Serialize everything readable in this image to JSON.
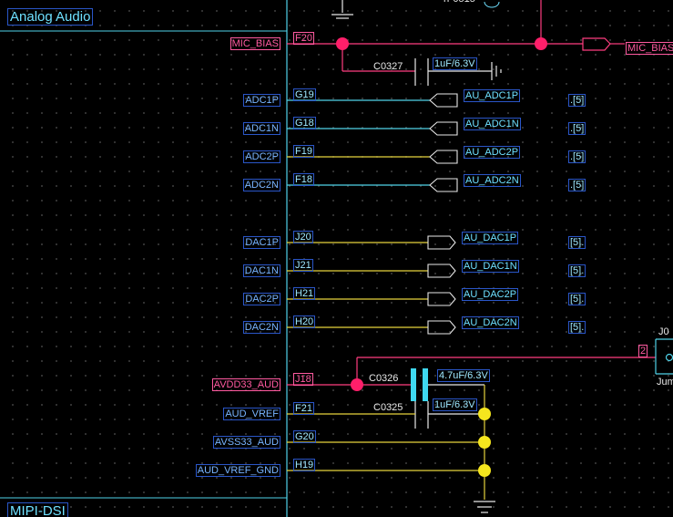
{
  "block": {
    "title": "Analog Audio",
    "bottom_title": "MIPI-DSI"
  },
  "pins": [
    {
      "name": "MIC_BIAS",
      "num": "F20"
    },
    {
      "name": "ADC1P",
      "num": "G19"
    },
    {
      "name": "ADC1N",
      "num": "G18"
    },
    {
      "name": "ADC2P",
      "num": "F19"
    },
    {
      "name": "ADC2N",
      "num": "F18"
    },
    {
      "name": "DAC1P",
      "num": "J20"
    },
    {
      "name": "DAC1N",
      "num": "J21"
    },
    {
      "name": "DAC2P",
      "num": "H21"
    },
    {
      "name": "DAC2N",
      "num": "H20"
    },
    {
      "name": "AVDD33_AUD",
      "num": "J18"
    },
    {
      "name": "AUD_VREF",
      "num": "F21"
    },
    {
      "name": "AVSS33_AUD",
      "num": "G20"
    },
    {
      "name": "AUD_VREF_GND",
      "num": "H19"
    }
  ],
  "nets": [
    {
      "name": "AU_ADC1P",
      "page": ".[5]"
    },
    {
      "name": "AU_ADC1N",
      "page": ".[5]"
    },
    {
      "name": "AU_ADC2P",
      "page": ".[5]"
    },
    {
      "name": "AU_ADC2N",
      "page": ".[5]"
    },
    {
      "name": "AU_DAC1P",
      "page": "[5]."
    },
    {
      "name": "AU_DAC1N",
      "page": "[5]."
    },
    {
      "name": "AU_DAC2P",
      "page": "[5]."
    },
    {
      "name": "AU_DAC2N",
      "page": "[5]."
    }
  ],
  "mic_bias_net": "MIC_BIAS",
  "caps": [
    {
      "ref": "C0327",
      "value": "1uF/6.3V"
    },
    {
      "ref": "C0326",
      "value": "4.7uF/6.3V"
    },
    {
      "ref": "C0325",
      "value": "1uF/6.3V"
    }
  ],
  "top_fragment": "rF0515",
  "jumper": {
    "ref": "J0",
    "pin": "2",
    "label": "Jum"
  },
  "colors": {
    "wire_cyan": "#4fd2e8",
    "wire_yellow": "#e6d23c",
    "wire_red": "#ff3d7f",
    "junction_red": "#ff1f6a",
    "junction_yellow": "#f5e61e",
    "border_blue": "#2a56c8"
  }
}
